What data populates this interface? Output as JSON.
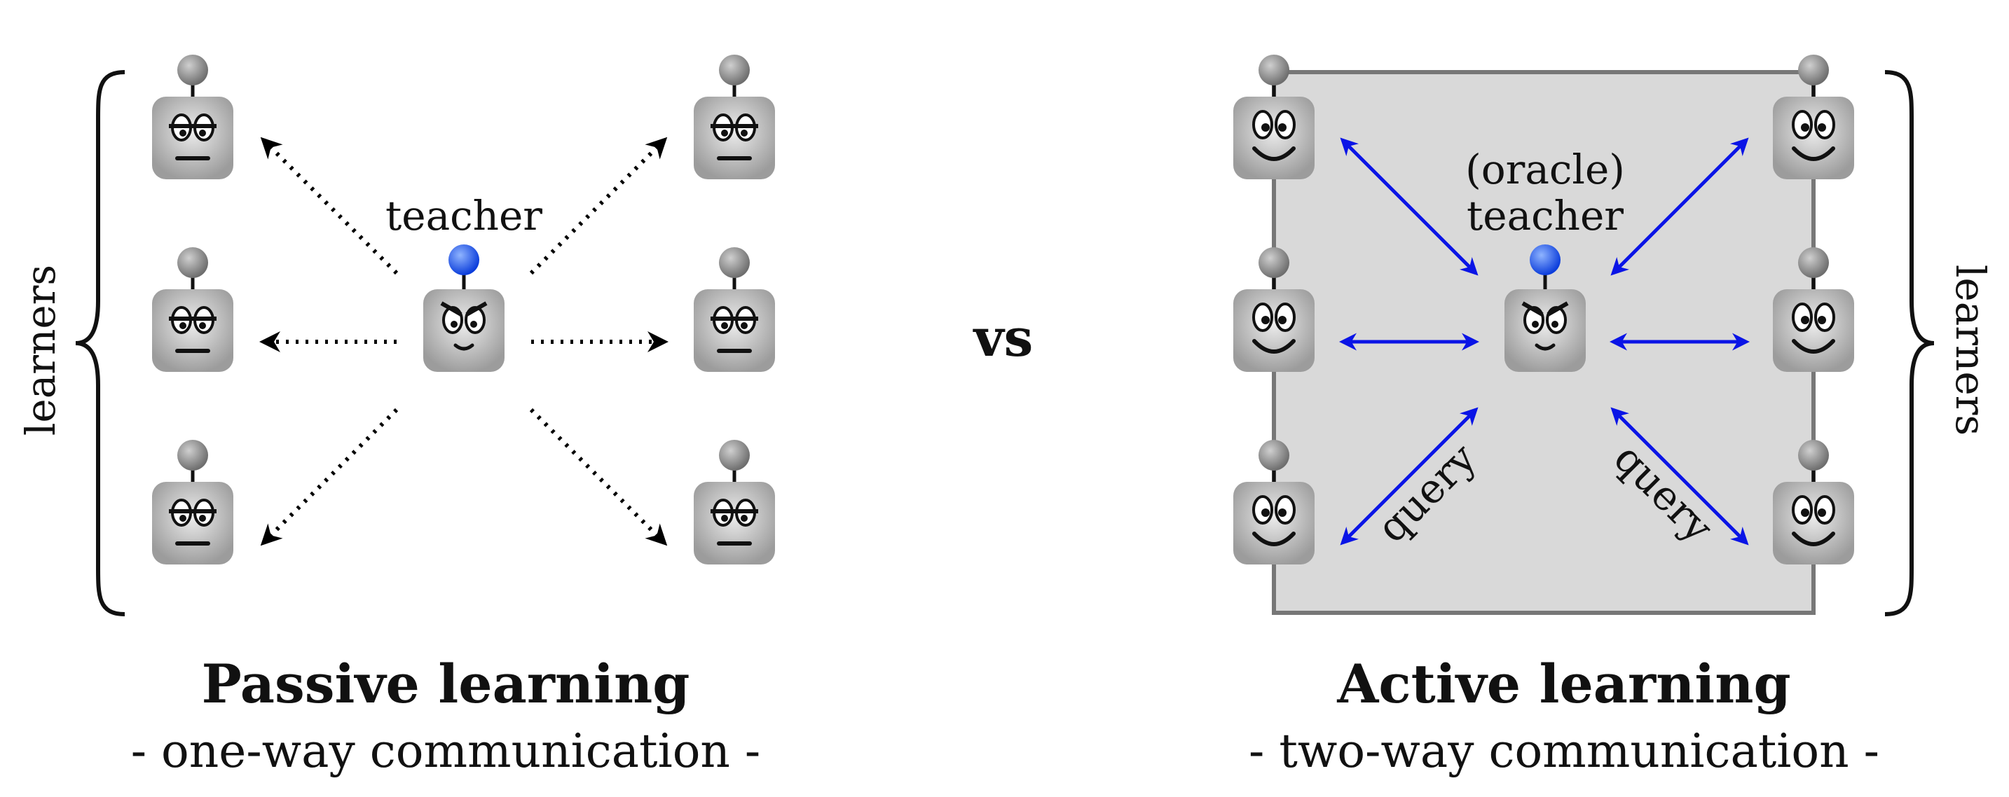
{
  "passive": {
    "teacher_label": "teacher",
    "side_label": "learners",
    "title": "Passive learning",
    "subtitle": "- one-way communication -"
  },
  "vs_label": "vs",
  "active": {
    "teacher_label_line1": "(oracle)",
    "teacher_label_line2": "teacher",
    "side_label": "learners",
    "query_left": "query",
    "query_right": "query",
    "title": "Active learning",
    "subtitle": "- two-way communication -"
  },
  "colors": {
    "robot_face": "#a8a8a8",
    "robot_antenna_ball": "#8a8a8a",
    "teacher_antenna_ball": "#1e5cff",
    "active_box_fill": "#d9d9d9",
    "active_box_stroke": "#777777",
    "two_way_arrow": "#0a14e6",
    "one_way_arrow": "#000000"
  }
}
